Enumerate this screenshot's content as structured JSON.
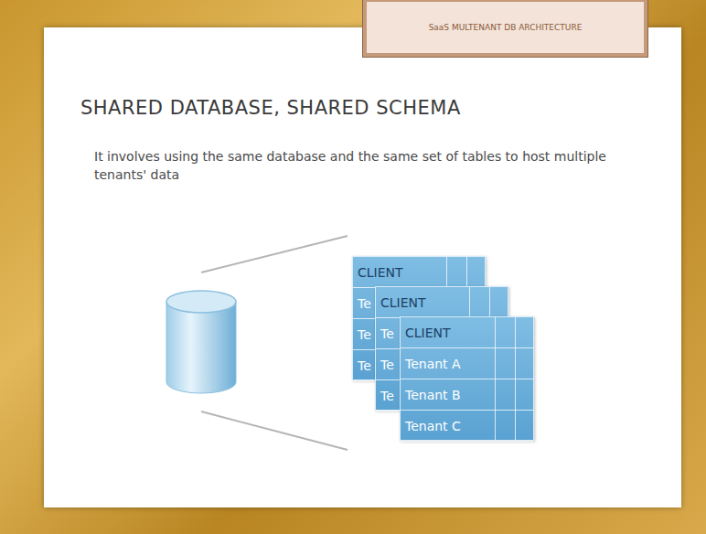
{
  "diagram": {
    "title": "SHARED DATABASE, SHARED SCHEMA",
    "nodes": [
      {
        "text": [
          "SaaS MULTENANT DB ARCHITECTURE"
        ]
      },
      {
        "text": [
          "CLIENT",
          "Te",
          "Te",
          "Te"
        ]
      },
      {
        "text": [
          "CLIENT",
          "Te",
          "Te",
          "Te"
        ]
      },
      {
        "text": [
          "CLIENT",
          "Tenant A",
          "Tenant B",
          "Tenant C"
        ]
      }
    ],
    "labels": [
      "It involves using the same database and the same set of tables to host multiple tenants' data"
    ]
  }
}
